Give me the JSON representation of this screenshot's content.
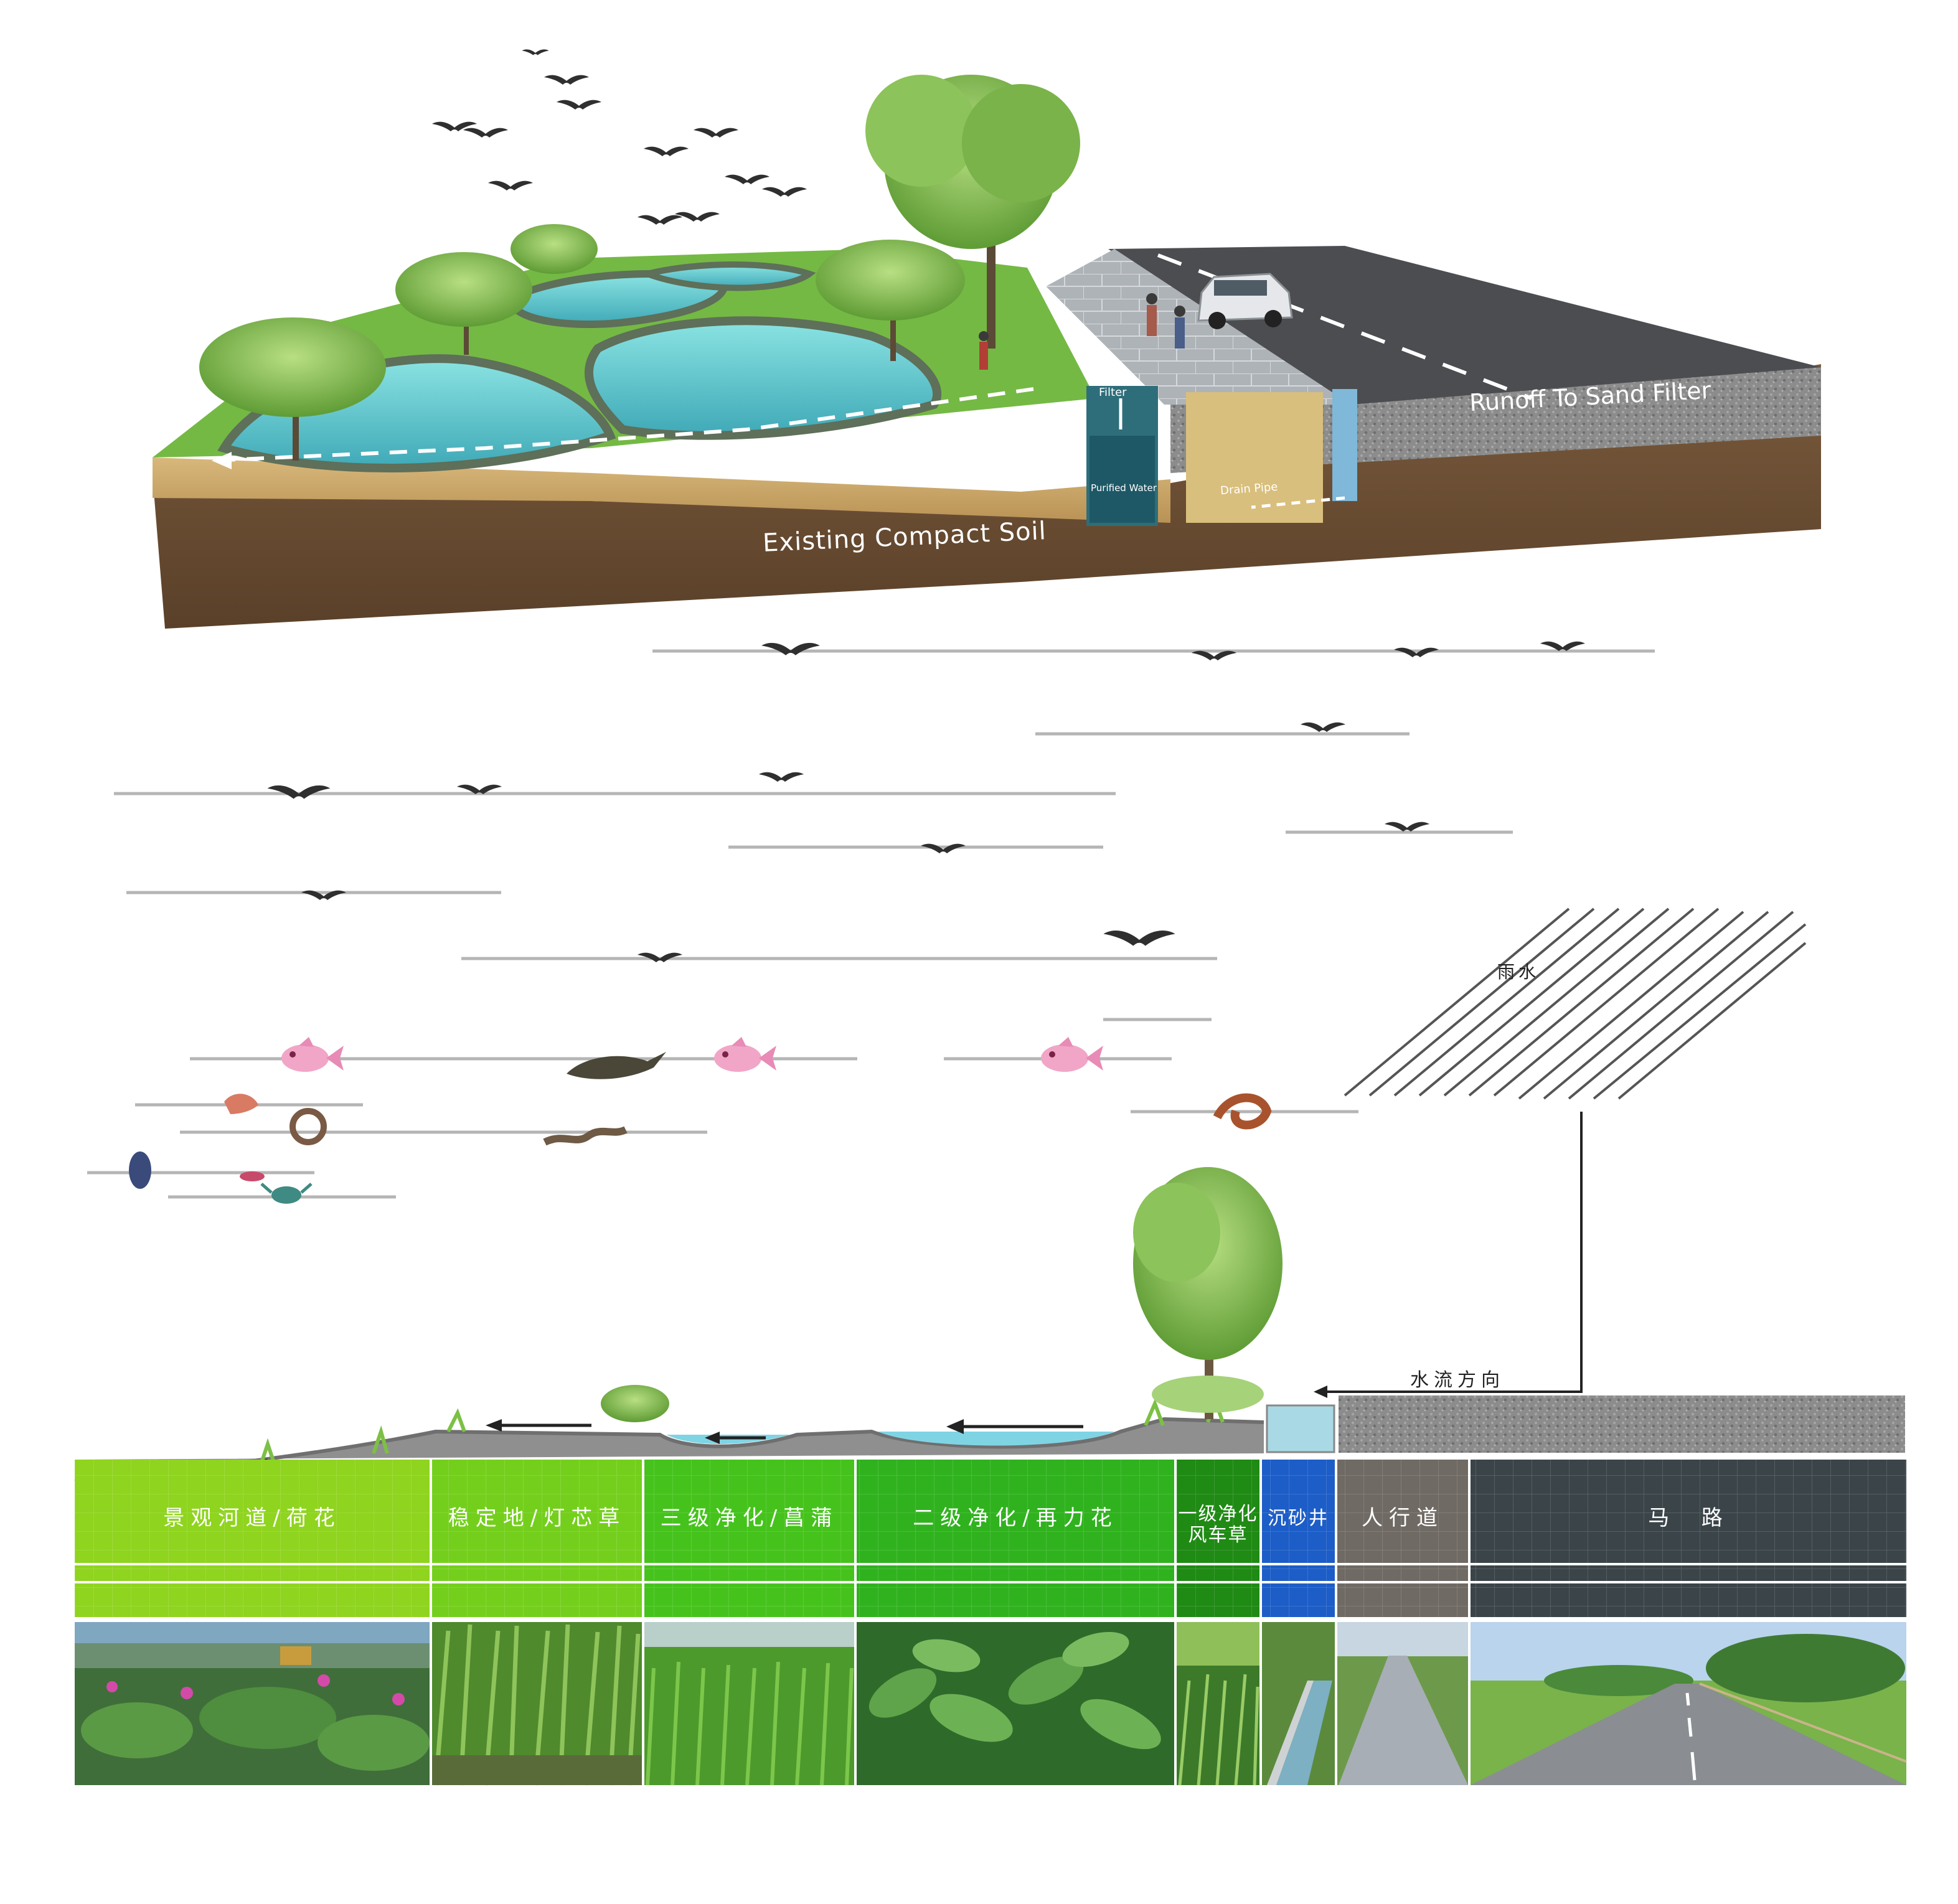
{
  "block_diagram": {
    "soil_label": "Existing Compact Soil",
    "runoff_label": "Runoff To Sand Filter",
    "filter_label": "Filter",
    "purified_label": "Purified Water",
    "drain_label": "Drain Pipe"
  },
  "rain": {
    "label": "雨水",
    "flow_label": "水流方向"
  },
  "zones": [
    {
      "id": "river",
      "label": "景观河道/荷花",
      "color": "#8fd41e",
      "photo": "lotus"
    },
    {
      "id": "stable",
      "label": "稳定地/灯芯草",
      "color": "#74cf1c",
      "photo": "reeds"
    },
    {
      "id": "tertiary",
      "label": "三级净化/菖蒲",
      "color": "#45c31c",
      "photo": "grass-field"
    },
    {
      "id": "secondary",
      "label": "二级净化/再力花",
      "color": "#2fb21e",
      "photo": "thalia"
    },
    {
      "id": "primary",
      "label": "一级净化\n风车草",
      "color": "#1f8a14",
      "photo": "sedge"
    },
    {
      "id": "sand-well",
      "label": "沉砂井",
      "color": "#1d5dc7",
      "photo": "channel"
    },
    {
      "id": "sidewalk",
      "label": "人行道",
      "color": "#6f6a63",
      "photo": "walkway"
    },
    {
      "id": "road",
      "label": "马  路",
      "color": "#3a4449",
      "photo": "highway"
    }
  ],
  "colors": {
    "water": "#5cc7cd",
    "soil": "#6e5238",
    "sand": "#c7a46a",
    "asphalt": "#4b4d50",
    "grass": "#6fbf3a"
  },
  "icons": {
    "birds": "bird-icon",
    "fish": "fish-icon",
    "snake": "snake-icon",
    "crab": "crab-icon",
    "shrimp": "shrimp-icon",
    "lizard": "lizard-icon",
    "tree": "tree-icon",
    "car": "car-icon",
    "person": "person-icon"
  }
}
